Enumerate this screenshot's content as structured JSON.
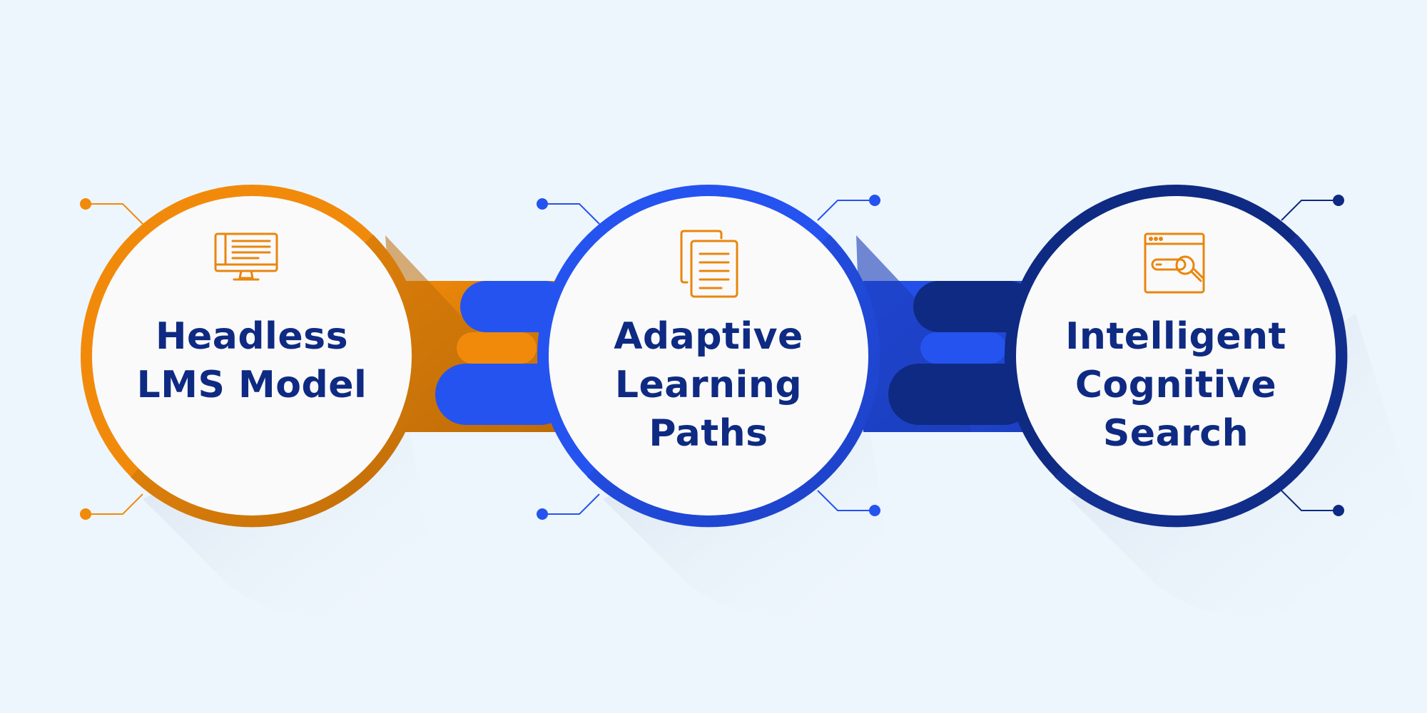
{
  "steps": [
    {
      "line1": "Headless",
      "line2": "LMS Model",
      "line3": "",
      "icon": "monitor-icon",
      "ring_color": "#f18a0b"
    },
    {
      "line1": "Adaptive",
      "line2": "Learning",
      "line3": "Paths",
      "icon": "documents-icon",
      "ring_color": "#2553f0"
    },
    {
      "line1": "Intelligent",
      "line2": "Cognitive",
      "line3": "Search",
      "icon": "search-window-icon",
      "ring_color": "#0e2a82"
    }
  ],
  "colors": {
    "background": "#eef6fd",
    "orange": "#f18a0b",
    "blue": "#2553f0",
    "navy": "#0e2a82",
    "text": "#0e2a82",
    "icon": "#e9860e"
  }
}
